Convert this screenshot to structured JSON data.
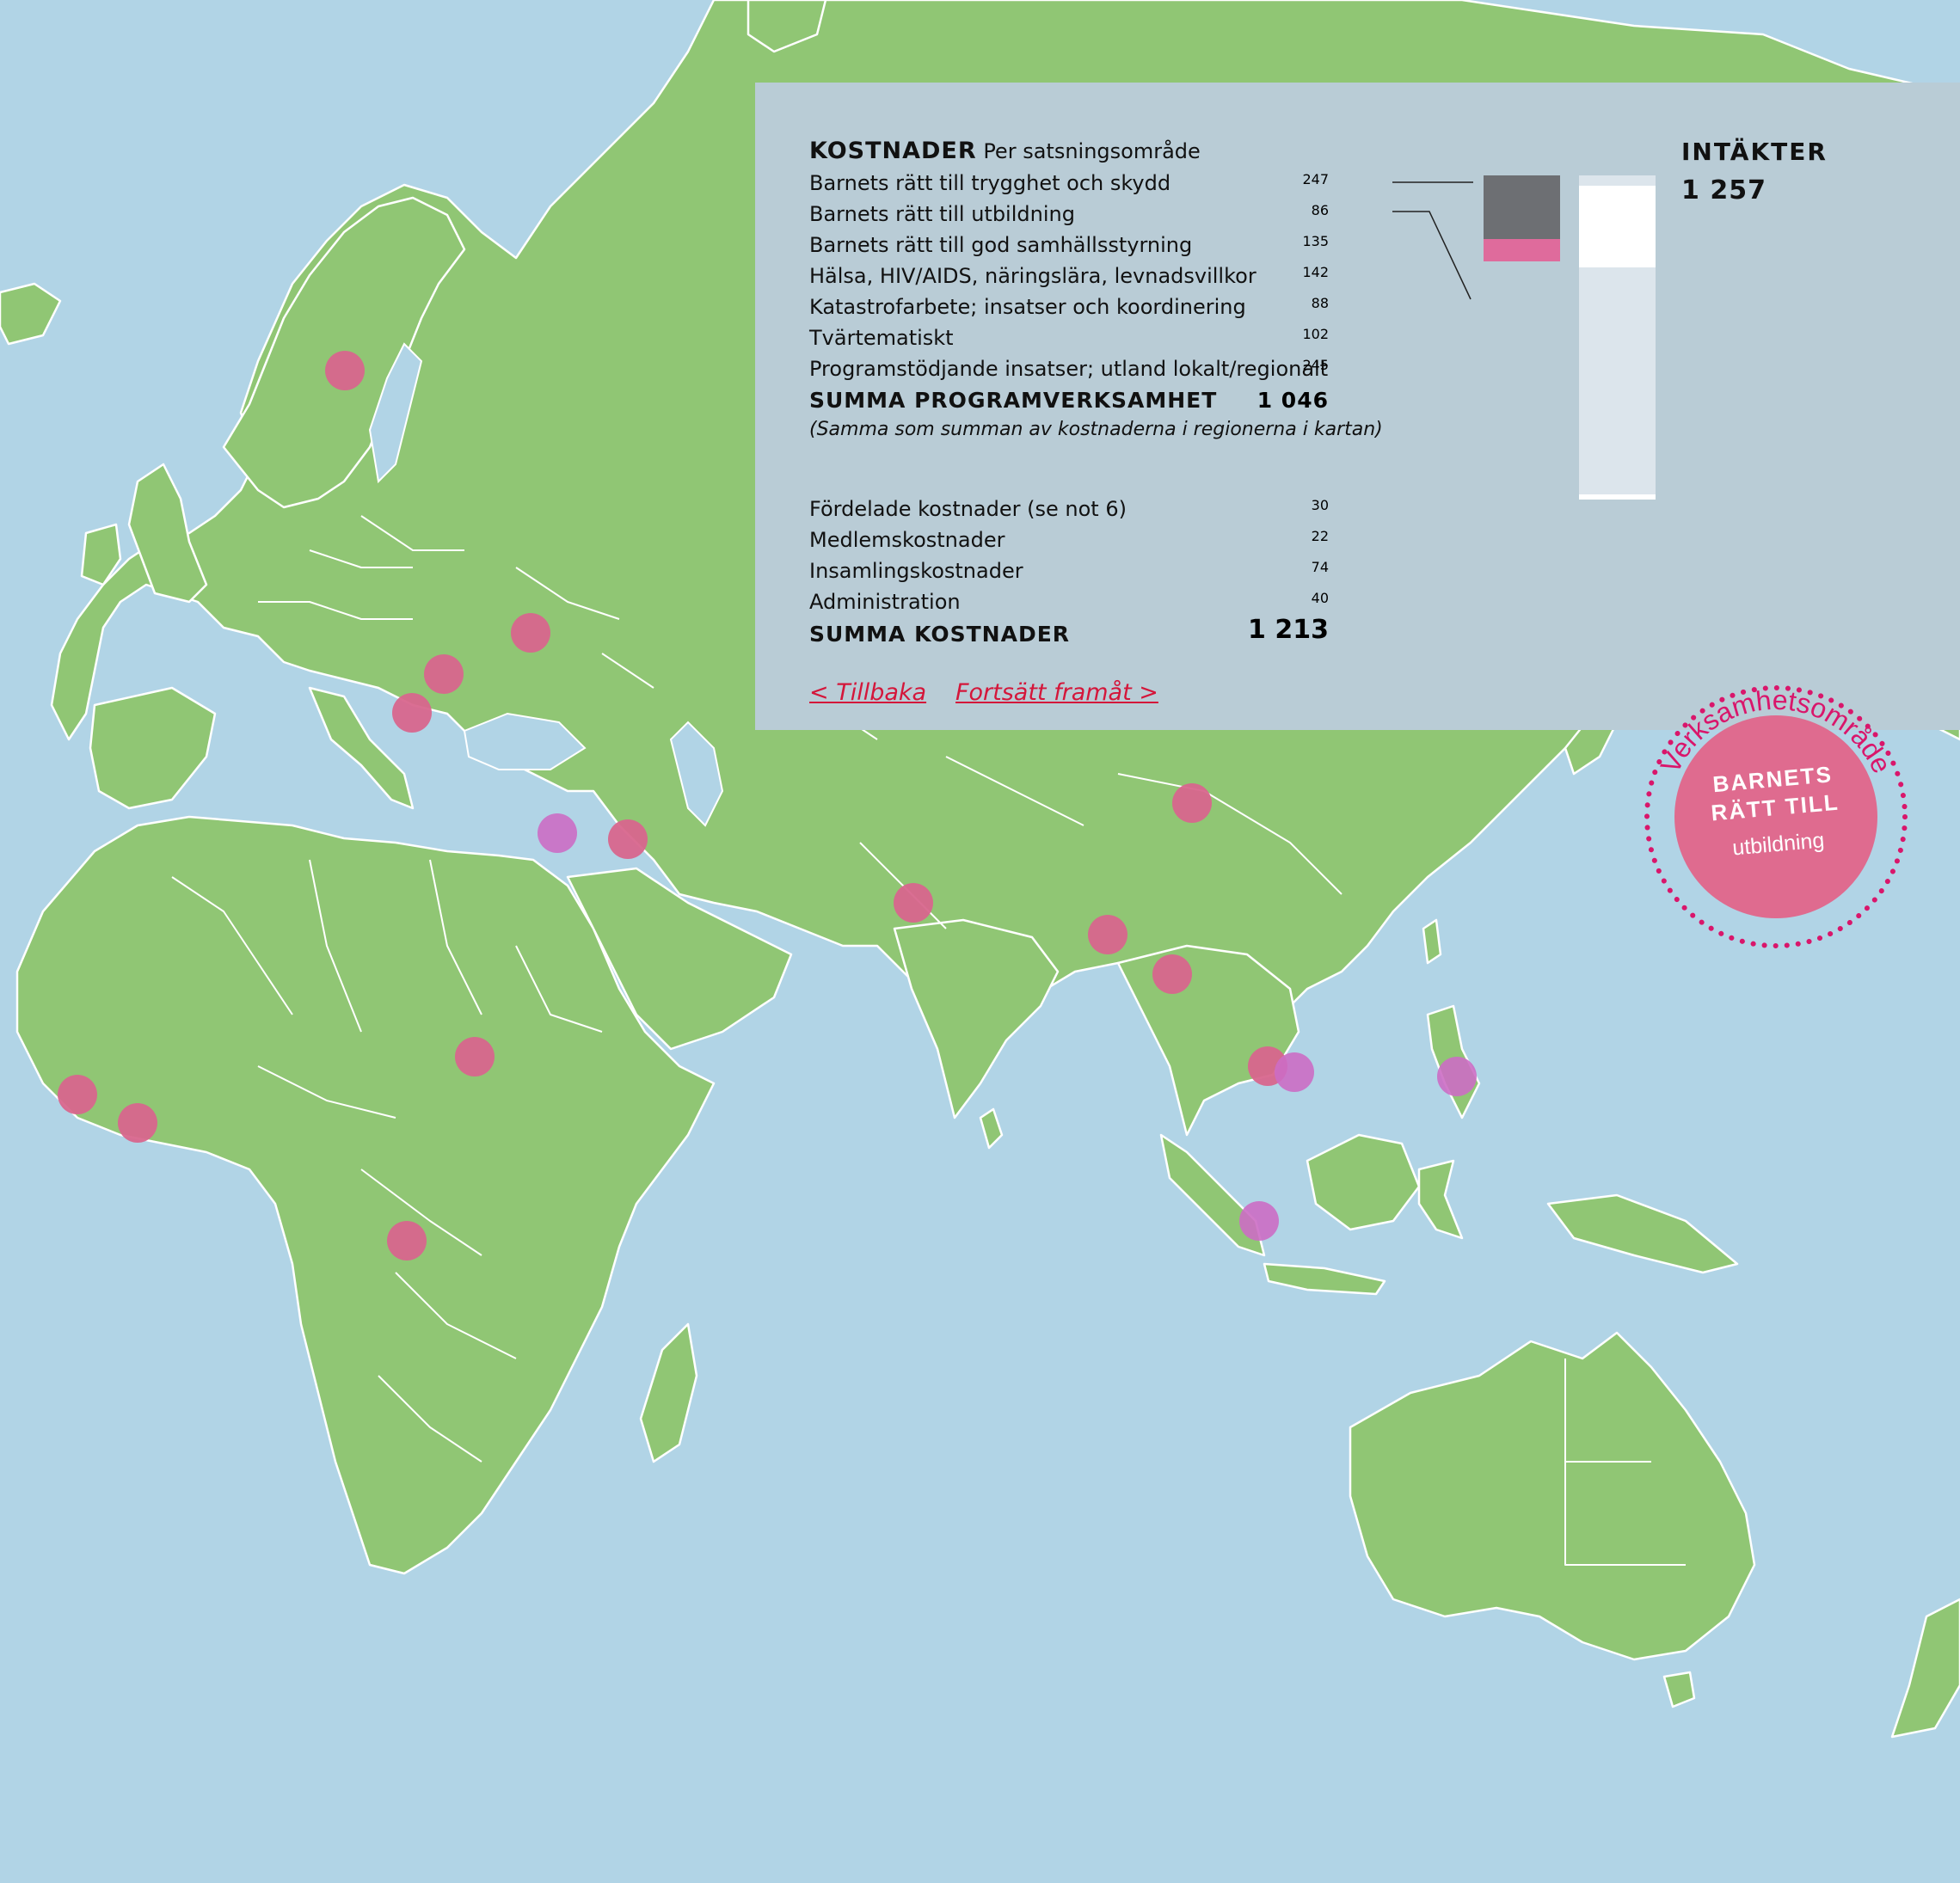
{
  "panel": {
    "kostnader_head": "KOSTNADER",
    "kostnader_sub": "Per satsningsområde",
    "rows": [
      {
        "label": "Barnets rätt till trygghet och skydd",
        "value": "247"
      },
      {
        "label": "Barnets rätt till utbildning",
        "value": "86"
      },
      {
        "label": "Barnets rätt till god samhällsstyrning",
        "value": "135"
      },
      {
        "label": "Hälsa, HIV/AIDS, näringslära, levnadsvillkor",
        "value": "142"
      },
      {
        "label": "Katastrofarbete; insatser och koordinering",
        "value": "88"
      },
      {
        "label": "Tvärtematiskt",
        "value": "102"
      },
      {
        "label": "Programstödjande insatser; utland lokalt/regionalt",
        "value": "245"
      }
    ],
    "summa_program_label": "SUMMA PROGRAMVERKSAMHET",
    "summa_program_value": "1 046",
    "note": "(Samma som summan av kostnaderna i regionerna i kartan)",
    "rows2": [
      {
        "label": "Fördelade kostnader (se not 6)",
        "value": "30"
      },
      {
        "label": "Medlemskostnader",
        "value": "22"
      },
      {
        "label": "Insamlingskostnader",
        "value": "74"
      },
      {
        "label": "Administration",
        "value": "40"
      }
    ],
    "summa_label": "SUMMA KOSTNADER",
    "summa_value": "1 213",
    "back_link": "< Tillbaka",
    "forward_link": "Fortsätt framåt >",
    "intakter_head": "INTÄKTER",
    "intakter_value": "1 257"
  },
  "badge": {
    "ring_text": "Verksamhetsområde",
    "line1": "BARNETS",
    "line2": "RÄTT TILL",
    "line3": "utbildning"
  },
  "chart_data": {
    "type": "bar",
    "title": "",
    "stacks": [
      {
        "series": [
          {
            "name": "Barnets rätt till trygghet och skydd",
            "value": 247,
            "color": "#6d6f73"
          },
          {
            "name": "Barnets rätt till utbildning",
            "value": 86,
            "color": "#df6b9c"
          }
        ]
      },
      {
        "series": [
          {
            "name": "segment-a",
            "value": 40,
            "color": "#dce5ec"
          },
          {
            "name": "segment-b",
            "value": 315,
            "color": "#ffffff"
          },
          {
            "name": "segment-c",
            "value": 880,
            "color": "#dce5ec"
          },
          {
            "name": "segment-d",
            "value": 22,
            "color": "#ffffff"
          }
        ]
      }
    ]
  },
  "colors": {
    "ocean": "#b1d4e6",
    "land": "#90c674",
    "panel": "#b9ccd6",
    "accent": "#d4163a",
    "dot": "#d8668d",
    "badge": "#df6b8f"
  }
}
